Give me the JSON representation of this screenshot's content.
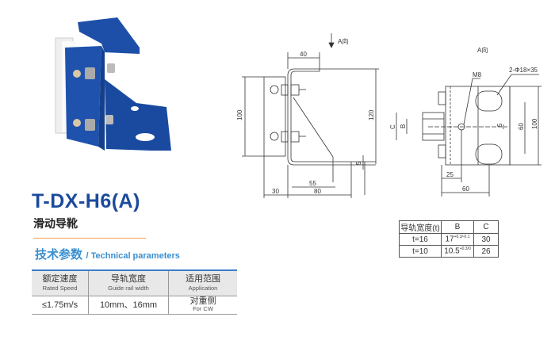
{
  "product": {
    "model": "T-DX-H6(A)",
    "name_cn": "滑动导靴"
  },
  "section": {
    "title_cn": "技术参数",
    "title_en": "/ Technical parameters"
  },
  "spec_table": {
    "headers": [
      {
        "cn": "额定速度",
        "en": "Rated Speed"
      },
      {
        "cn": "导轨宽度",
        "en": "Guide rail width"
      },
      {
        "cn": "适用范围",
        "en": "Application"
      }
    ],
    "row": {
      "speed": "≤1.75m/s",
      "rail_width": "10mm、16mm",
      "application_cn": "对重侧",
      "application_en": "For CW"
    }
  },
  "drawing_side": {
    "view_label": "A向",
    "dims": {
      "top": "40",
      "height_left": "100",
      "height_right": "120",
      "thickness": "5",
      "left_bottom": "30",
      "bottom": "80",
      "inner": "55"
    }
  },
  "drawing_view_a": {
    "view_label": "A向",
    "bolt": "M8",
    "slots": "2-Φ18×35",
    "dims": {
      "C": "C",
      "B": "B",
      "offset": "25",
      "width": "60",
      "gap": "5",
      "slot_pitch": "60",
      "height": "100"
    }
  },
  "rail_table": {
    "headers": [
      "导轨宽度(t)",
      "B",
      "C"
    ],
    "rows": [
      {
        "t": "t=16",
        "B": "17",
        "B_tol": "+0.3/-0.1",
        "C": "30"
      },
      {
        "t": "t=10",
        "B": "10.5",
        "B_tol": "+0.3/0",
        "C": "26"
      }
    ]
  }
}
